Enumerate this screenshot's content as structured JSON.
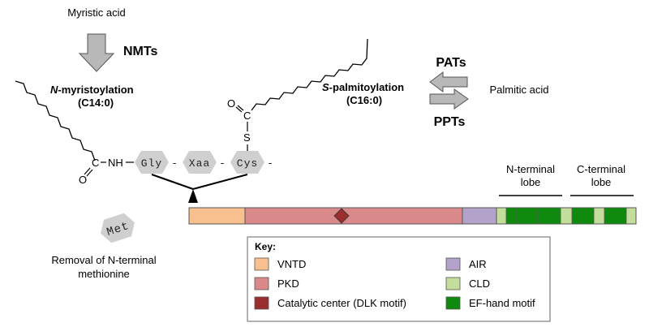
{
  "top": {
    "myristic_acid": "Myristic acid",
    "nmts": "NMTs",
    "n_myr_prefix": "N",
    "n_myr_rest": "-myristoylation",
    "n_myr_sub": "(C14:0)",
    "s_palm_prefix": "S",
    "s_palm_rest": "-palmitoylation",
    "s_palm_sub": "(C16:0)",
    "pats": "PATs",
    "ppts": "PPTs",
    "palmitic_acid": "Palmitic acid"
  },
  "peptide": {
    "o_top": "O",
    "c_top": "C",
    "s_atom": "S",
    "o_bottom": "O",
    "c_bottom": "C",
    "nh": "NH",
    "gly": "Gly",
    "xaa": "Xaa",
    "cys": "Cys",
    "dash": "-"
  },
  "met": {
    "label": "Met",
    "removal_line1": "Removal of N-terminal",
    "removal_line2": "methionine"
  },
  "lobes": {
    "n_line1": "N-terminal",
    "n_line2": "lobe",
    "c_line1": "C-terminal",
    "c_line2": "lobe"
  },
  "key": {
    "title": "Key:",
    "items": [
      {
        "label": "VNTD",
        "color": "#f9c08f"
      },
      {
        "label": "PKD",
        "color": "#d9898a"
      },
      {
        "label": "Catalytic center (DLK motif)",
        "color": "#9a2d2e"
      },
      {
        "label": "AIR",
        "color": "#b3a2c9"
      },
      {
        "label": "CLD",
        "color": "#c3dd9b"
      },
      {
        "label": "EF-hand motif",
        "color": "#0f8a0f"
      }
    ]
  },
  "colors": {
    "arrow_gray": "#b8b8b8",
    "hexagon_gray": "#cfcfcf"
  }
}
